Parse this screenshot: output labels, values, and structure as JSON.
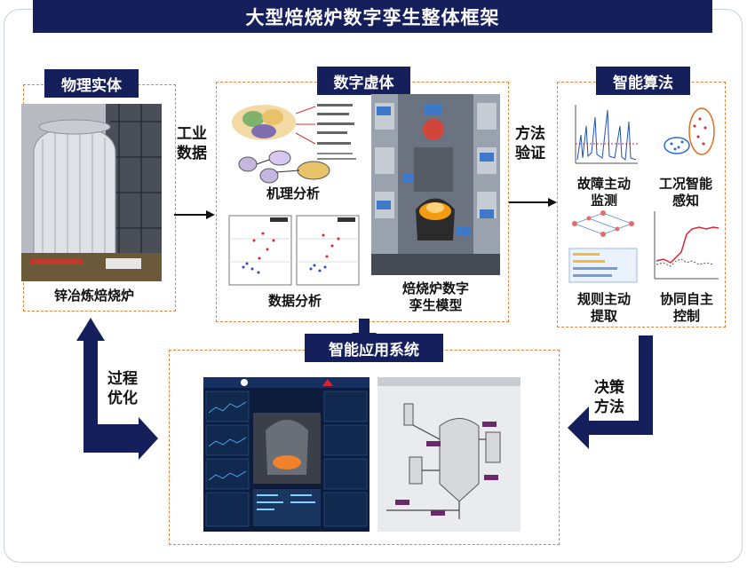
{
  "title": "大型焙烧炉数字孪生整体框架",
  "sections": {
    "physical": {
      "tag": "物理实体",
      "caption": "锌冶炼焙烧炉"
    },
    "digital": {
      "tag": "数字虚体",
      "mechanism": "机理分析",
      "data_analysis": "数据分析",
      "model": "焙烧炉数字孪生模型"
    },
    "algorithm": {
      "tag": "智能算法",
      "fault": "故障主动监测",
      "condition": "工况智能感知",
      "rule": "规则主动提取",
      "control": "协同自主控制"
    },
    "application": {
      "tag": "智能应用系统"
    }
  },
  "flows": {
    "industrial_data": "工业数据",
    "method_verify": "方法验证",
    "decision_method": "决策方法",
    "process_opt": "过程优化"
  },
  "colors": {
    "navy": "#151f5c",
    "dashed_border": "#e8823a",
    "frame": "#c7cfe0"
  }
}
